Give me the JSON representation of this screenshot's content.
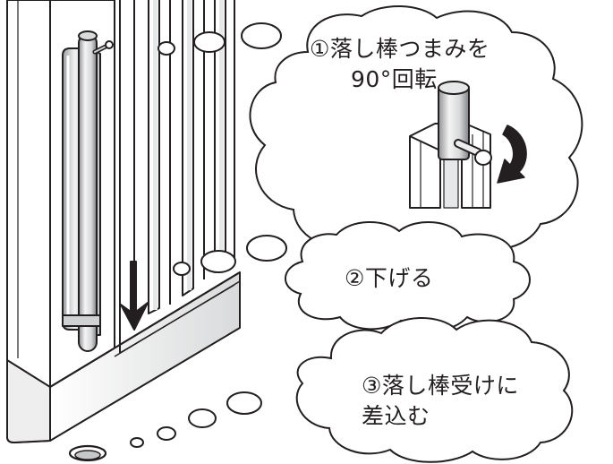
{
  "steps": [
    {
      "number": "①",
      "lines": [
        "①落し棒つまみを",
        "90°回転"
      ]
    },
    {
      "number": "②",
      "lines": [
        "②下げる"
      ]
    },
    {
      "number": "③",
      "lines": [
        "③落し棒受けに",
        "差込む"
      ]
    }
  ],
  "colors": {
    "line": "#231f20",
    "panel_fill": "#ffffff",
    "panel_shade": "#e6e7e8",
    "rod_light": "#f1f1f1",
    "rod_dark": "#a7a9ac",
    "arrow": "#231f20"
  },
  "icons": [
    "down-arrow-icon",
    "rotate-arrow-icon"
  ]
}
